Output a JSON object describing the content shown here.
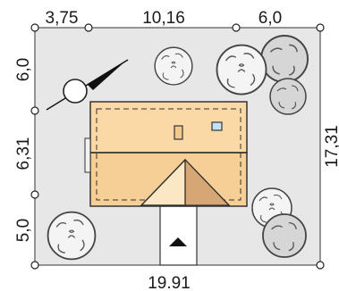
{
  "plan": {
    "dimensions": {
      "top": [
        "3,75",
        "10,16",
        "6,0"
      ],
      "left": [
        "6,0",
        "6,31",
        "5,0"
      ],
      "right": "17,31",
      "bottom": "19.91"
    },
    "colors": {
      "plot": "#e7e7e7",
      "house_light": "#fbdcae",
      "house_mid": "#f3c58b",
      "porch": "#fbe7c4",
      "porch_shade": "#d7a675",
      "outline": "#333333",
      "tree_outline": "#444444",
      "window": "#bfe4f7",
      "driveway": "#ffffff"
    },
    "icons": {
      "compass": "north-arrow-icon",
      "entrance": "entrance-arrow-icon",
      "trees": "tree-icon"
    }
  }
}
